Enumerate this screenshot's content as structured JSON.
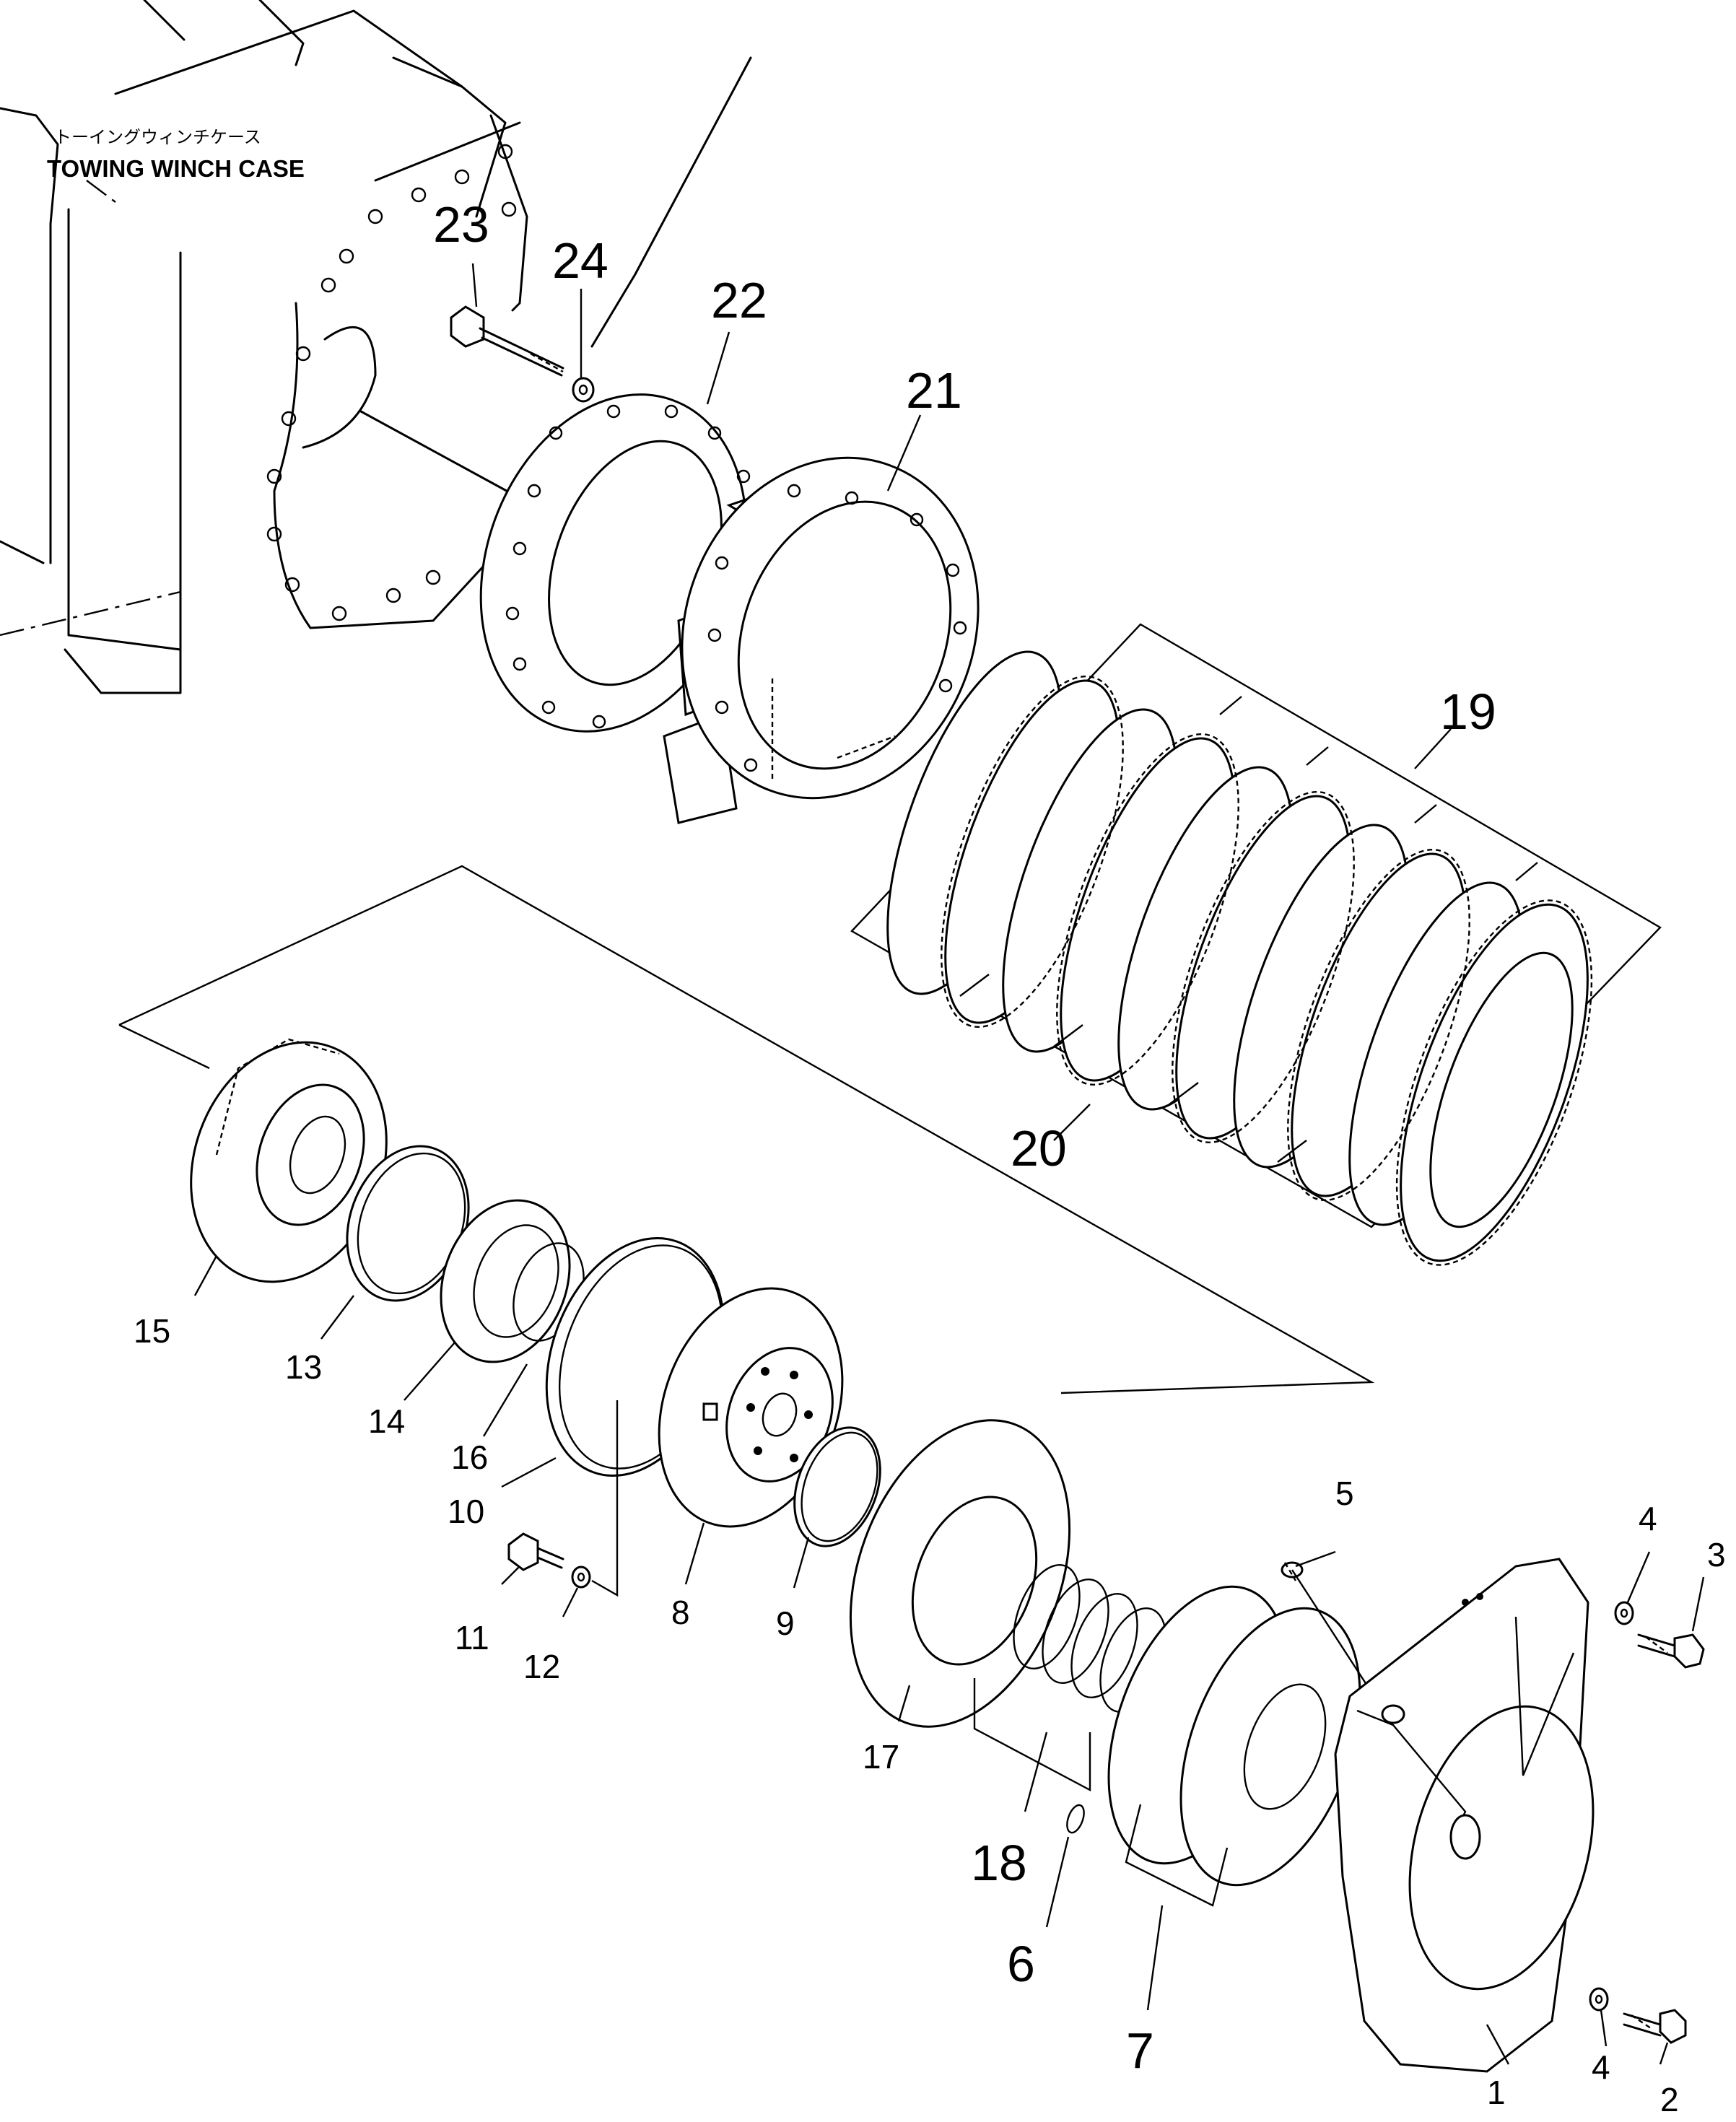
{
  "case_label": {
    "japanese": "トーイングウィンチケース",
    "english": "TOWING WINCH CASE"
  },
  "callouts": [
    {
      "id": "part-1",
      "text": "1"
    },
    {
      "id": "part-2",
      "text": "2"
    },
    {
      "id": "part-3",
      "text": "3"
    },
    {
      "id": "part-4a",
      "text": "4"
    },
    {
      "id": "part-4b",
      "text": "4"
    },
    {
      "id": "part-5",
      "text": "5"
    },
    {
      "id": "part-6",
      "text": "6"
    },
    {
      "id": "part-7",
      "text": "7"
    },
    {
      "id": "part-8",
      "text": "8"
    },
    {
      "id": "part-9",
      "text": "9"
    },
    {
      "id": "part-10",
      "text": "10"
    },
    {
      "id": "part-11",
      "text": "11"
    },
    {
      "id": "part-12",
      "text": "12"
    },
    {
      "id": "part-13",
      "text": "13"
    },
    {
      "id": "part-14",
      "text": "14"
    },
    {
      "id": "part-15",
      "text": "15"
    },
    {
      "id": "part-16",
      "text": "16"
    },
    {
      "id": "part-17",
      "text": "17"
    },
    {
      "id": "part-18",
      "text": "18"
    },
    {
      "id": "part-19",
      "text": "19"
    },
    {
      "id": "part-20",
      "text": "20"
    },
    {
      "id": "part-21",
      "text": "21"
    },
    {
      "id": "part-22",
      "text": "22"
    },
    {
      "id": "part-23",
      "text": "23"
    },
    {
      "id": "part-24",
      "text": "24"
    }
  ]
}
